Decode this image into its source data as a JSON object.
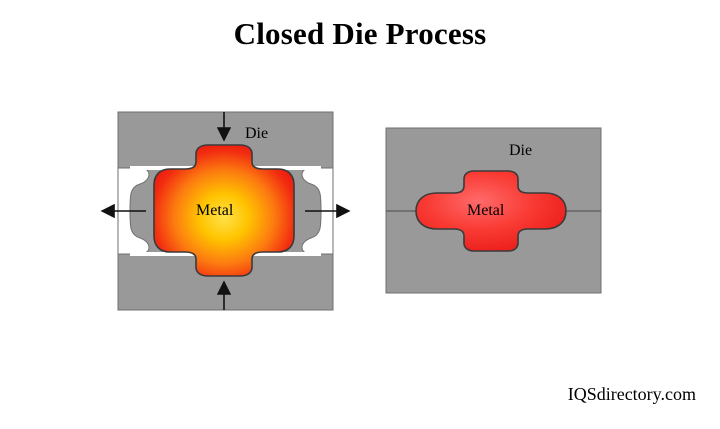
{
  "title": "Closed Die Process",
  "credit": "IQSdirectory.com",
  "diagram": {
    "type": "process-illustration",
    "panels": [
      {
        "id": "left-panel",
        "state": "forging",
        "die_label": "Die",
        "metal_label": "Metal",
        "die_color": "#999999",
        "die_stroke": "#666666",
        "metal_fill_center": "#ffd400",
        "metal_fill_edge": "#ee1111",
        "metal_stroke": "#333333",
        "cavity_color": "#ffffff",
        "arrows": [
          {
            "name": "top-force-arrow",
            "direction": "down"
          },
          {
            "name": "bottom-force-arrow",
            "direction": "up"
          },
          {
            "name": "left-flow-arrow",
            "direction": "left"
          },
          {
            "name": "right-flow-arrow",
            "direction": "right"
          }
        ]
      },
      {
        "id": "right-panel",
        "state": "formed",
        "die_label": "Die",
        "metal_label": "Metal",
        "die_color": "#999999",
        "die_stroke": "#666666",
        "metal_fill_center": "#ff5555",
        "metal_fill_edge": "#ee1111",
        "metal_stroke": "#333333"
      }
    ]
  }
}
